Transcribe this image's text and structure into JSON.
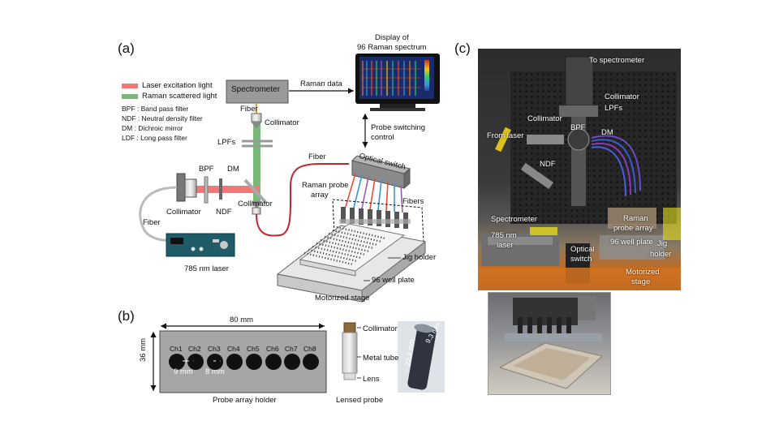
{
  "panels": {
    "a": "(a)",
    "b": "(b)",
    "c": "(c)"
  },
  "legend": {
    "laser": "Laser excitation light",
    "raman": "Raman scattered light",
    "bpf": "BPF : Band pass filter",
    "ndf": "NDF : Neutral density filter",
    "dm": "DM : Dichroic mirror",
    "ldf": "LDF : Long pass filter",
    "laser_color": "#f07878",
    "raman_color": "#7ab87a"
  },
  "schematic": {
    "spectrometer": "Spectrometer",
    "raman_data": "Raman data",
    "display_title_1": "Display of",
    "display_title_2": "96 Raman spectrum",
    "fiber_top": "Fiber",
    "collimator_top": "Collimator",
    "lpfs": "LPFs",
    "dm": "DM",
    "bpf": "BPF",
    "collimator_left": "Collimator",
    "ndf": "NDF",
    "collimator_mid": "Collimator",
    "fiber_left": "Fiber",
    "laser": "785 nm laser",
    "fiber_right": "Fiber",
    "probe_switching_1": "Probe switching",
    "probe_switching_2": "control",
    "optical_switch": "Optical switch",
    "raman_probe_1": "Raman probe",
    "raman_probe_2": "array",
    "fibers": "Fibers",
    "jig_holder": "Jig holder",
    "well_plate": "96 well plate",
    "motorized_stage": "Motorized stage"
  },
  "panel_b": {
    "width_dim": "80 mm",
    "height_dim": "36 mm",
    "channels": [
      "Ch1",
      "Ch2",
      "Ch3",
      "Ch4",
      "Ch5",
      "Ch6",
      "Ch7",
      "Ch8"
    ],
    "spacing_1": "9 mm",
    "spacing_2": "8 mm",
    "holder_label": "Probe array holder",
    "collimator": "Collimator",
    "metal_tube": "Metal tube",
    "lens": "Lens",
    "lensed_probe": "Lensed probe",
    "photo_dim_1": "22.3 mm",
    "photo_dim_2": "9.3 mm"
  },
  "panel_c": {
    "to_spectrometer": "To spectrometer",
    "collimator_r": "Collimator",
    "lpfs": "LPFs",
    "collimator_l": "Collimator",
    "bpf": "BPF",
    "from_laser": "From laser",
    "dm": "DM",
    "ndf": "NDF",
    "spectrometer": "Spectrometer",
    "laser_1": "785 nm",
    "laser_2": "laser",
    "raman_probe_1": "Raman",
    "raman_probe_2": "probe array",
    "well_plate": "96 well plate",
    "jig_1": "Jig",
    "jig_2": "holder",
    "optical_1": "Optical",
    "optical_2": "switch",
    "motorized_1": "Motorized",
    "motorized_2": "stage"
  }
}
